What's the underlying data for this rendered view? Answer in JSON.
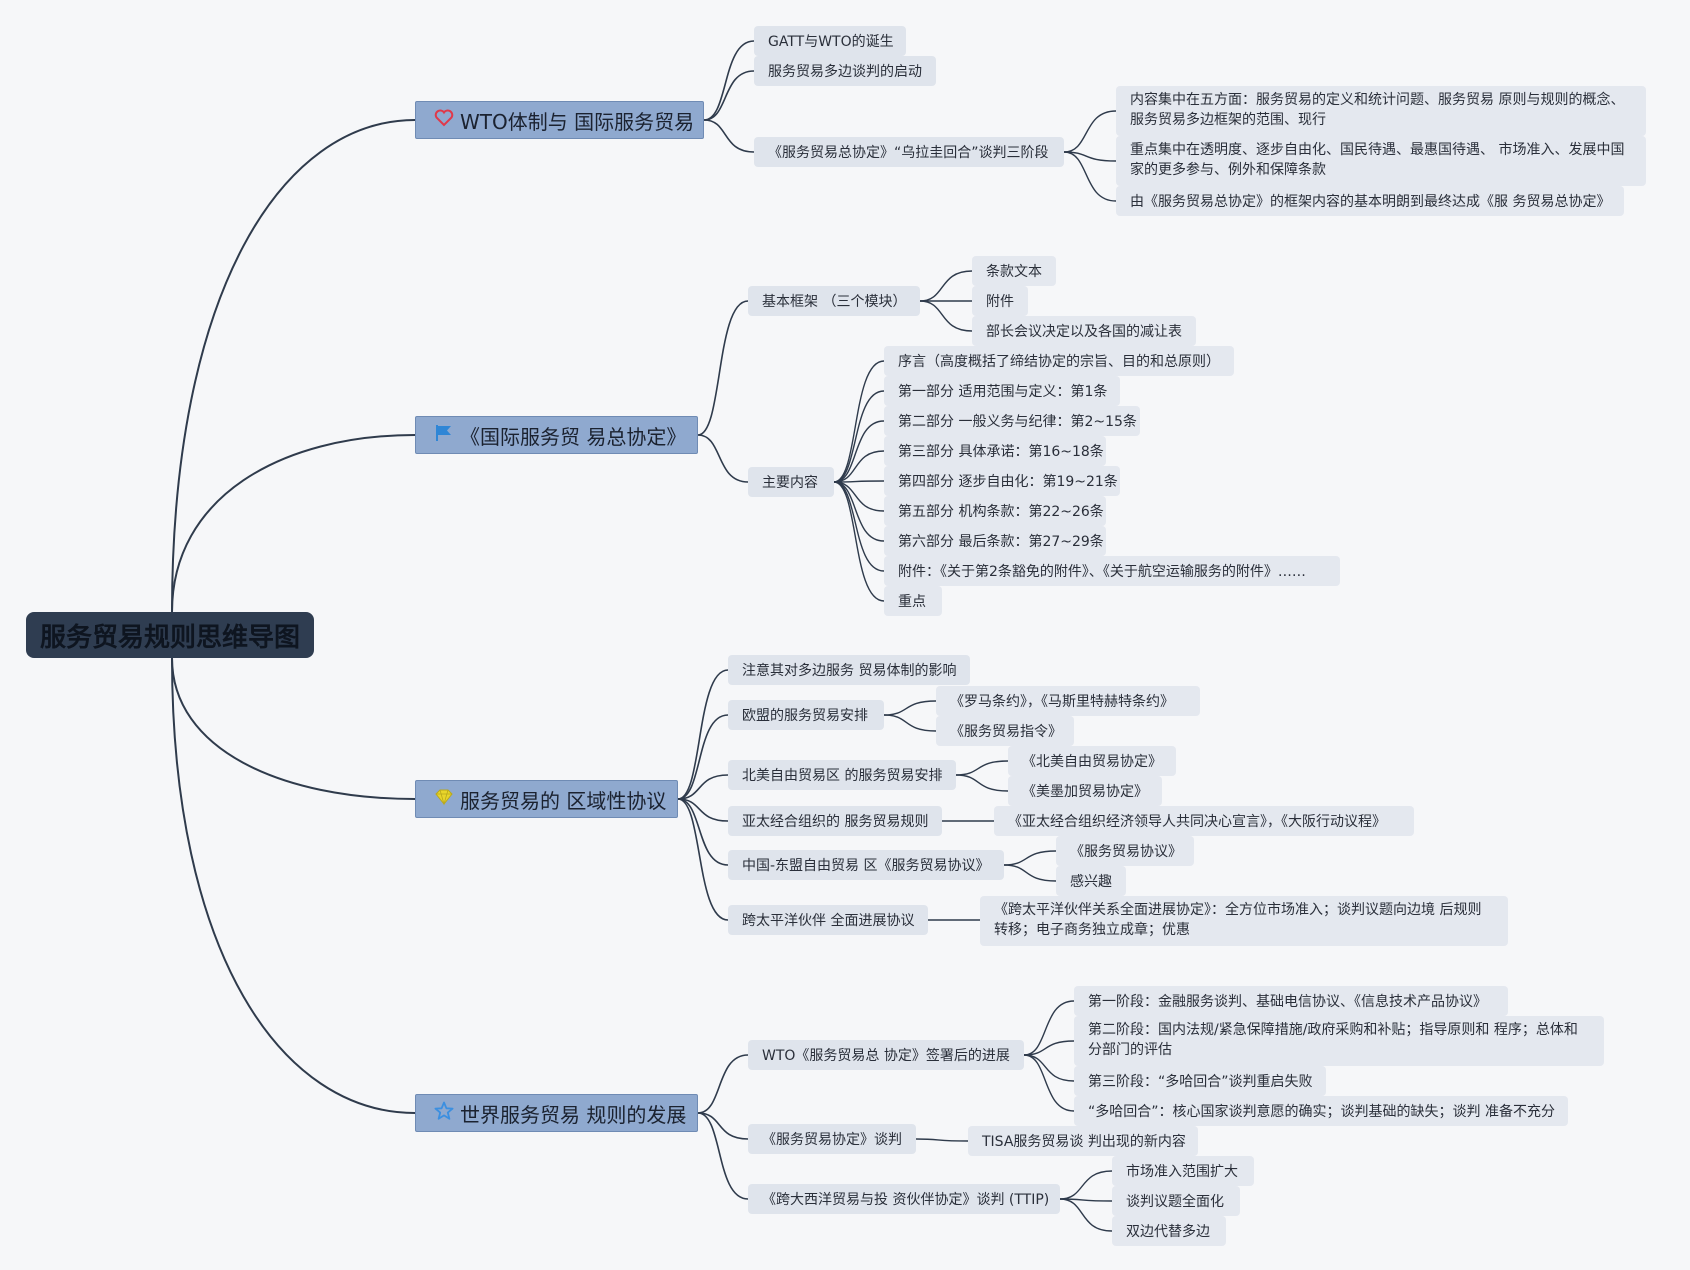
{
  "root": {
    "title": "服务贸易规则思维导图"
  },
  "branches": [
    {
      "title": "WTO体制与 国际服务贸易",
      "icon": "heart-icon",
      "children": [
        {
          "label": "GATT与WTO的诞生",
          "children": []
        },
        {
          "label": "服务贸易多边谈判的启动",
          "children": []
        },
        {
          "label": "《服务贸易总协定》“乌拉圭回合”谈判三阶段",
          "children": [
            "内容集中在五方面：服务贸易的定义和统计问题、服务贸易 原则与规则的概念、服务贸易多边框架的范围、现行",
            "重点集中在透明度、逐步自由化、国民待遇、最惠国待遇、 市场准入、发展中国家的更多参与、例外和保障条款",
            "由《服务贸易总协定》的框架内容的基本明朗到最终达成《服 务贸易总协定》"
          ]
        }
      ]
    },
    {
      "title": "《国际服务贸 易总协定》",
      "icon": "flag-icon",
      "children": [
        {
          "label": "基本框架 （三个模块）",
          "children": [
            "条款文本",
            "附件",
            "部长会议决定以及各国的减让表"
          ]
        },
        {
          "label": "主要内容",
          "children": [
            "序言（高度概括了缔结协定的宗旨、目的和总原则）",
            "第一部分 适用范围与定义：第1条",
            "第二部分 一般义务与纪律：第2~15条",
            "第三部分 具体承诺：第16~18条",
            "第四部分 逐步自由化：第19~21条",
            "第五部分 机构条款：第22~26条",
            "第六部分 最后条款：第27~29条",
            "附件：《关于第2条豁免的附件》、《关于航空运输服务的附件》……",
            "重点"
          ]
        }
      ]
    },
    {
      "title": "服务贸易的 区域性协议",
      "icon": "diamond-icon",
      "children": [
        {
          "label": "注意其对多边服务 贸易体制的影响",
          "children": []
        },
        {
          "label": "欧盟的服务贸易安排",
          "children": [
            "《罗马条约》，《马斯里特赫特条约》",
            "《服务贸易指令》"
          ]
        },
        {
          "label": "北美自由贸易区 的服务贸易安排",
          "children": [
            "《北美自由贸易协定》",
            "《美墨加贸易协定》"
          ]
        },
        {
          "label": "亚太经合组织的 服务贸易规则",
          "children": [
            "《亚太经合组织经济领导人共同决心宣言》，《大阪行动议程》"
          ]
        },
        {
          "label": "中国-东盟自由贸易 区《服务贸易协议》",
          "children": [
            "《服务贸易协议》",
            "感兴趣"
          ]
        },
        {
          "label": "跨太平洋伙伴 全面进展协议",
          "children": [
            "《跨太平洋伙伴关系全面进展协定》：全方位市场准入；谈判议题向边境 后规则转移；电子商务独立成章；优惠"
          ]
        }
      ]
    },
    {
      "title": "世界服务贸易 规则的发展",
      "icon": "star-icon",
      "children": [
        {
          "label": "WTO《服务贸易总 协定》签署后的进展",
          "children": [
            "第一阶段：金融服务谈判、基础电信协议、《信息技术产品协议》",
            "第二阶段：国内法规/紧急保障措施/政府采购和补贴；指导原则和 程序；总体和分部门的评估",
            "第三阶段：“多哈回合”谈判重启失败",
            "“多哈回合”：核心国家谈判意愿的确实；谈判基础的缺失；谈判 准备不充分"
          ]
        },
        {
          "label": "《服务贸易协定》谈判",
          "children": [
            "TISA服务贸易谈 判出现的新内容"
          ]
        },
        {
          "label": "《跨大西洋贸易与投 资伙伴协定》谈判 (TTIP)",
          "children": [
            "市场准入范围扩大",
            "谈判议题全面化",
            "双边代替多边"
          ]
        }
      ]
    }
  ],
  "colors": {
    "background": "#f6f7f9",
    "root_fill": "#2f3d51",
    "main_fill": "#8fa9cf",
    "sub_fill": "#dfe4ec",
    "line": "#2f3b4c",
    "heart": "#e0394a",
    "flag": "#2f86d6",
    "diamond": "#e8d52a",
    "star": "#3b8fe0"
  }
}
